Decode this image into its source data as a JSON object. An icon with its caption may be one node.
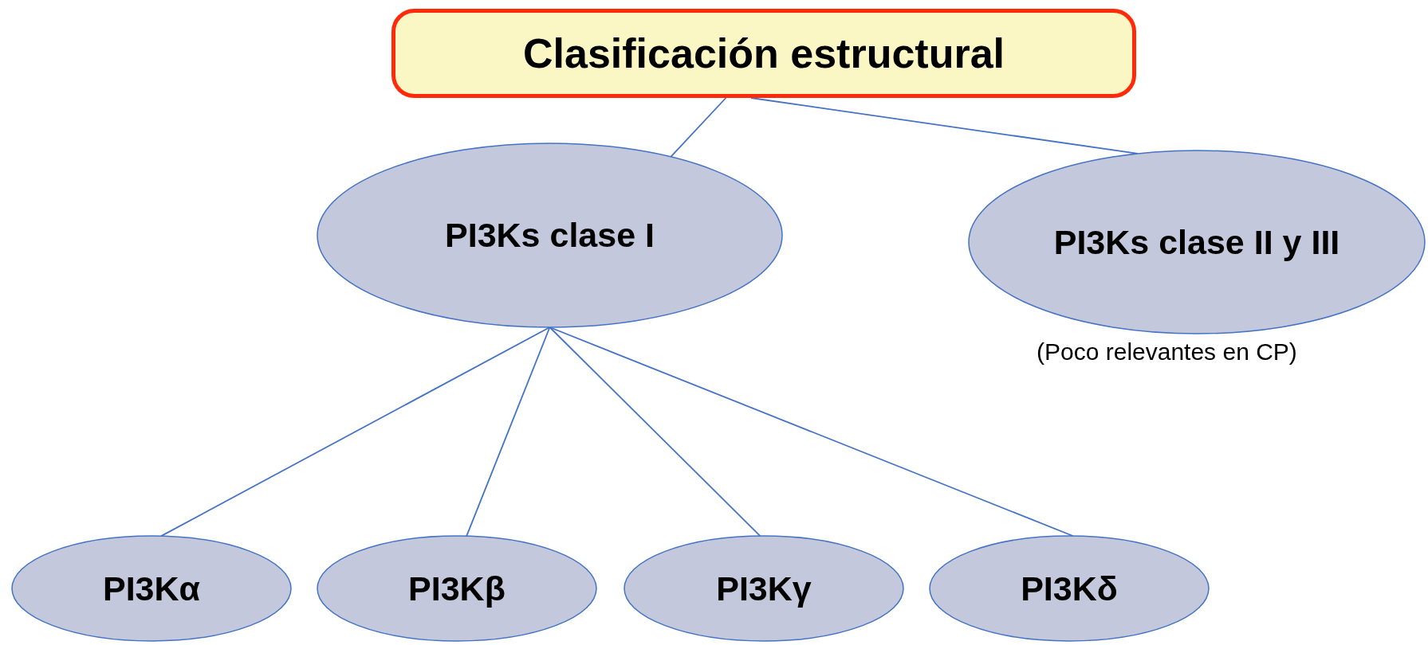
{
  "diagram": {
    "nodes": [
      {
        "text": [
          "Clasificación estructural"
        ]
      },
      {
        "text": [
          "PI3Ks clase I"
        ]
      },
      {
        "text": [
          "PI3Ks clase II y III"
        ],
        "beside": [
          "(Poco relevantes en CP)"
        ]
      },
      {
        "text": [
          "PI3Kα"
        ]
      },
      {
        "text": [
          "PI3Kβ"
        ]
      },
      {
        "text": [
          "PI3Kγ"
        ]
      },
      {
        "text": [
          "PI3Kδ"
        ]
      }
    ],
    "edges": [
      {
        "from": 0,
        "to": 1,
        "arrow": "none"
      },
      {
        "from": 0,
        "to": 2,
        "arrow": "none"
      },
      {
        "from": 1,
        "to": 3,
        "arrow": "none"
      },
      {
        "from": 1,
        "to": 4,
        "arrow": "none"
      },
      {
        "from": 1,
        "to": 5,
        "arrow": "none"
      },
      {
        "from": 1,
        "to": 6,
        "arrow": "none"
      }
    ]
  }
}
